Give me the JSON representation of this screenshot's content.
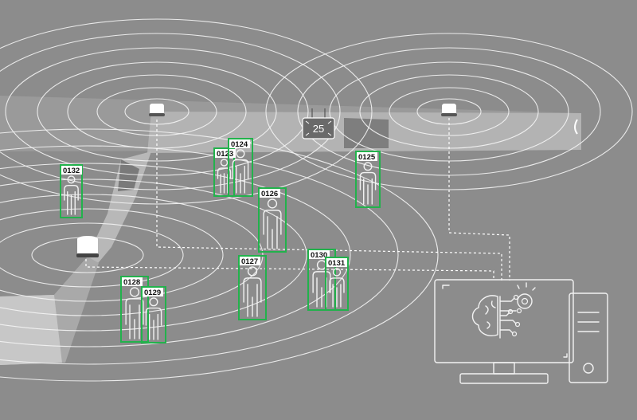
{
  "colors": {
    "background": "#8c8c8c",
    "detection_box": "#22b24c",
    "line": "#f4f4f4",
    "wall": "#b9b9b9"
  },
  "display_board": {
    "value": "25"
  },
  "people": [
    {
      "id": "0123"
    },
    {
      "id": "0124"
    },
    {
      "id": "0125"
    },
    {
      "id": "0126"
    },
    {
      "id": "0127"
    },
    {
      "id": "0128"
    },
    {
      "id": "0129"
    },
    {
      "id": "0130"
    },
    {
      "id": "0131"
    },
    {
      "id": "0132"
    }
  ],
  "sensors": [
    {
      "name": "sensor-top-left"
    },
    {
      "name": "sensor-top-right"
    },
    {
      "name": "sensor-left"
    }
  ],
  "computer": {
    "icon": "ai-brain-icon"
  }
}
